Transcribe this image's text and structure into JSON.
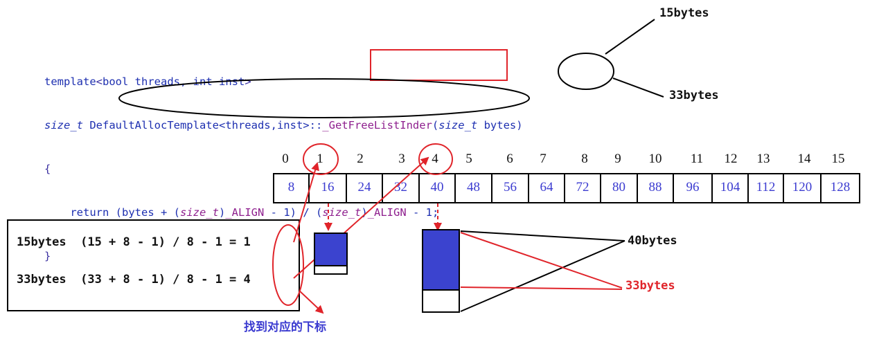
{
  "code": {
    "line1": {
      "template": "template",
      "open": "<",
      "bool": "bool",
      "threads": " threads, ",
      "int": "int",
      "inst": " inst",
      "close": ">"
    },
    "line2": {
      "size_t": "size_t",
      "rest": " DefaultAllocTemplate<threads,inst>::",
      "func": "_GetFreeListInder",
      "paren": "(",
      "arg_type": "size_t",
      "arg": " bytes)"
    },
    "line3": "{",
    "line4": {
      "ret": "return",
      "p1": " (bytes + (",
      "c1": "size_t",
      "p2": ")",
      "a1": "_ALIGN",
      "p3": " - 1) / (",
      "c2": "size_t",
      "p4": ")",
      "a2": "_ALIGN",
      "p5": " - 1;"
    },
    "line5": "}"
  },
  "labels": {
    "top_15": "15bytes",
    "top_33": "33bytes",
    "right_40": "40bytes",
    "right_33": "33bytes"
  },
  "free_list": {
    "indices": [
      "0",
      "1",
      "2",
      "3",
      "4",
      "5",
      "6",
      "7",
      "8",
      "9",
      "10",
      "11",
      "12",
      "13",
      "14",
      "15"
    ],
    "values": [
      "8",
      "16",
      "24",
      "32",
      "40",
      "48",
      "56",
      "64",
      "72",
      "80",
      "88",
      "96",
      "104",
      "112",
      "120",
      "128"
    ]
  },
  "formulas": {
    "line1": "15bytes  (15 + 8 - 1) / 8 - 1 = 1",
    "line2": "33bytes  (33 + 8 - 1) / 8 - 1 = 4"
  },
  "caption": "找到对应的下标",
  "colors": {
    "red": "#e0242a",
    "blue": "#3b43cf",
    "code_blue": "#1d2fb0",
    "macro_purple": "#8e1f8e"
  }
}
